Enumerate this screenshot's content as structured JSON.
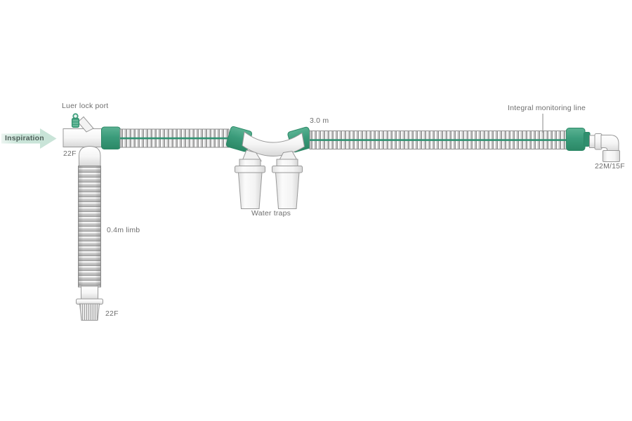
{
  "diagram": {
    "arrow": {
      "label": "Inspiration"
    },
    "labels": {
      "luer_port": "Luer lock port",
      "machine_connector": "22F",
      "limb": "0.4m limb",
      "limb_connector": "22F",
      "water_traps": "Water traps",
      "main_tube_length": "3.0 m",
      "monitoring_line": "Integral monitoring line",
      "patient_connector": "22M/15F"
    },
    "icons": {
      "luer_lock": "luer-lock-cap-icon",
      "inspiration_arrow": "right-arrow-icon"
    },
    "colors": {
      "cuff_green": "#3b9c7b",
      "cuff_green_dark": "#2b8866",
      "monitoring_line_green": "#2e9171",
      "arrow_fill": "#c9e4d8",
      "arrow_text": "#4f5f59",
      "label_text": "#6e6e6e",
      "tube_outline": "#999999",
      "tube_fill": "#f2f2f2"
    }
  }
}
